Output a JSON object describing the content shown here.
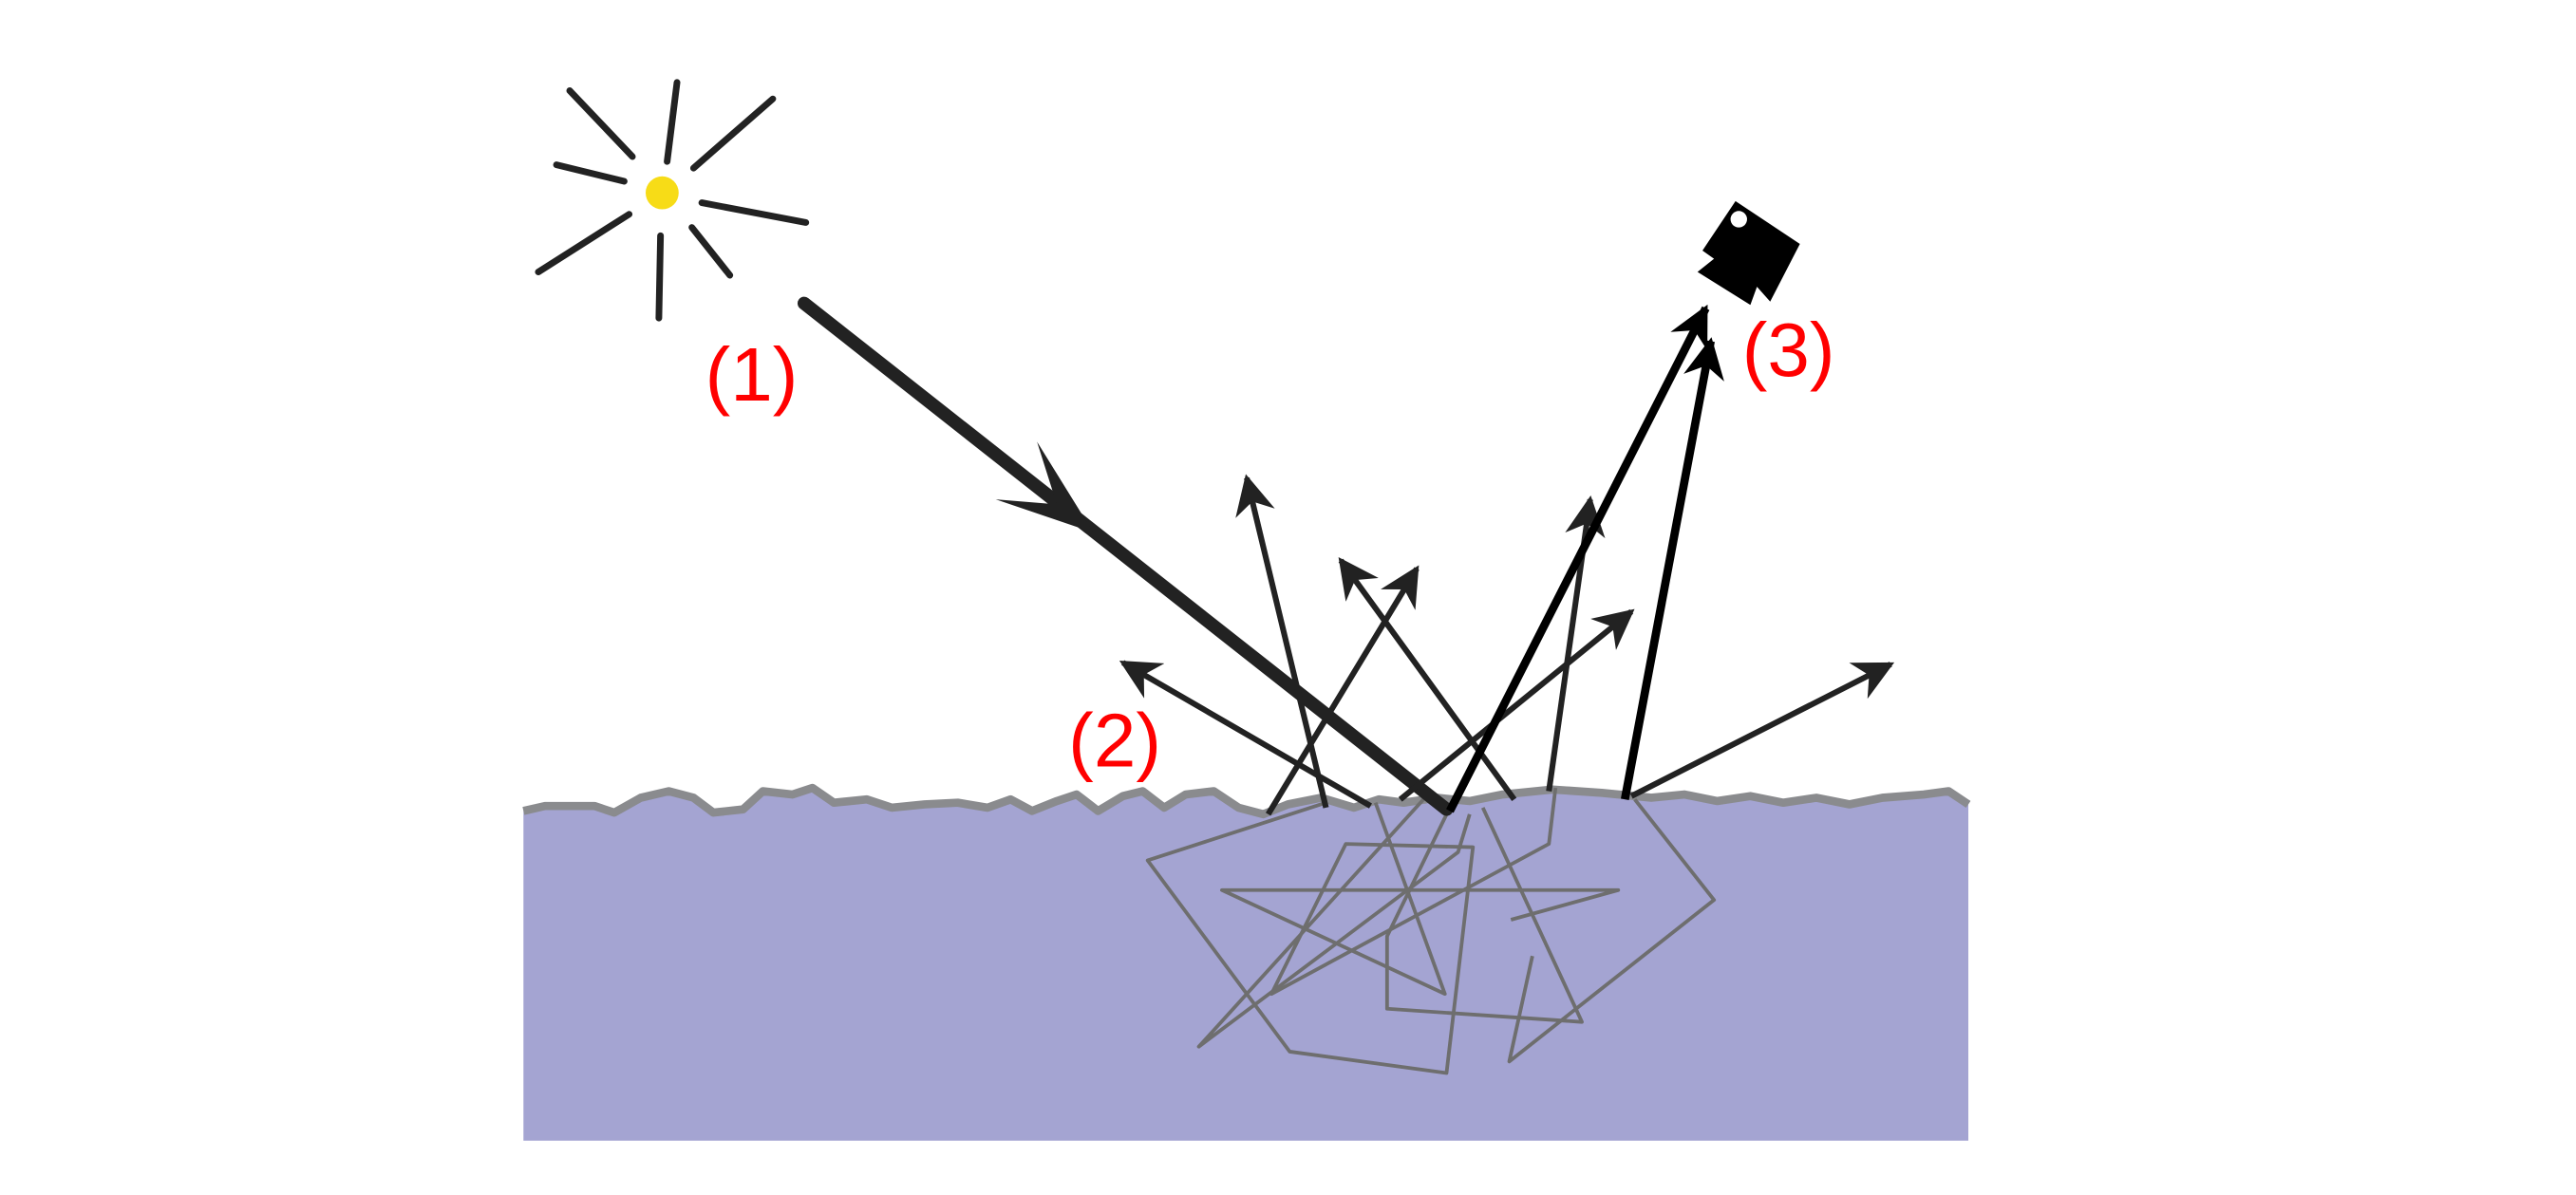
{
  "labels": {
    "incident": "(1)",
    "scattered": "(2)",
    "observed": "(3)"
  },
  "colors": {
    "sun": "#f7dc17",
    "water": "#a4a4d2",
    "surface": "#8a8b8e",
    "label": "#ff0000",
    "ray": "#222222",
    "subsurface": "#6e6e6e"
  },
  "icons": [
    "sun-icon",
    "camera-icon"
  ]
}
